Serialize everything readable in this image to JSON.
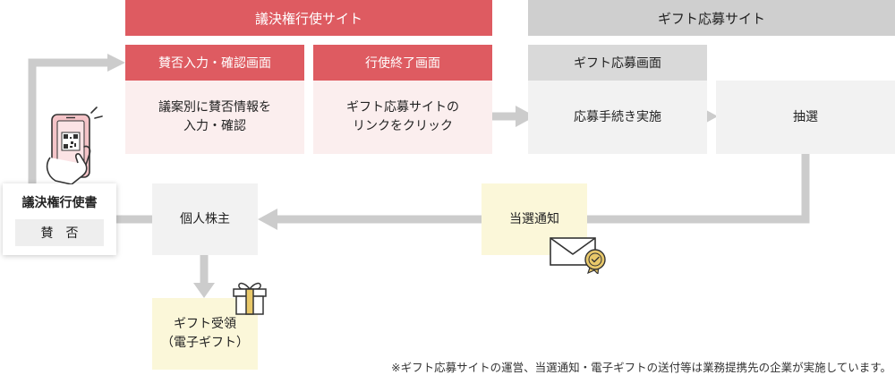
{
  "sections": {
    "voting_site": "議決権行使サイト",
    "gift_site": "ギフト応募サイト"
  },
  "voting_columns": {
    "input_header": "賛否入力・確認画面",
    "input_body": "議案別に賛否情報を\n入力・確認",
    "finish_header": "行使終了画面",
    "finish_body": "ギフト応募サイトの\nリンクをクリック"
  },
  "gift_columns": {
    "apply_header": "ギフト応募画面",
    "apply_body": "応募手続き実施",
    "lottery": "抽選"
  },
  "voting_form": {
    "title": "議決権行使書",
    "vote_label": "賛否"
  },
  "flow": {
    "shareholder": "個人株主",
    "winner_notice": "当選通知",
    "gift_received": "ギフト受領\n（電子ギフト）"
  },
  "icons": [
    "smartphone-qr-icon",
    "envelope-seal-icon",
    "gift-box-icon"
  ],
  "colors": {
    "accent_red": "#de5b61",
    "arrow_gray": "#cccccc"
  },
  "footnote": "※ギフト応募サイトの運営、当選通知・電子ギフトの送付等は業務提携先の企業が実施しています。"
}
